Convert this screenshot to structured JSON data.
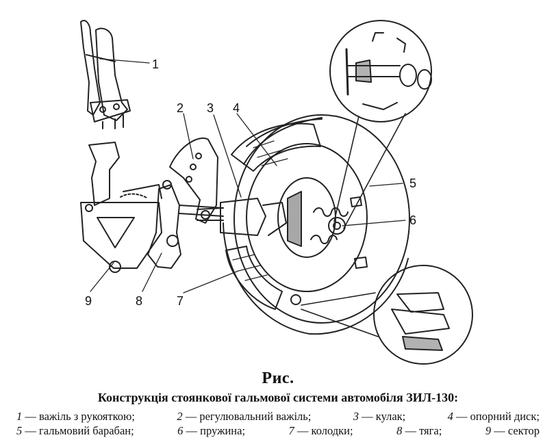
{
  "figure": {
    "callouts": [
      {
        "num": "1"
      },
      {
        "num": "2"
      },
      {
        "num": "3"
      },
      {
        "num": "4"
      },
      {
        "num": "5"
      },
      {
        "num": "6"
      },
      {
        "num": "7"
      },
      {
        "num": "8"
      },
      {
        "num": "9"
      }
    ]
  },
  "caption": {
    "title": "Рис.",
    "subtitle": "Конструкція стоянкової гальмової системи автомобіля ЗИЛ-130:",
    "legend_line1": [
      {
        "num": "1",
        "text": " — важіль з рукояткою;"
      },
      {
        "num": "2",
        "text": " — регулювальний важіль;"
      },
      {
        "num": "3",
        "text": " — кулак;"
      },
      {
        "num": "4",
        "text": " — опорний диск;"
      }
    ],
    "legend_line2": [
      {
        "num": "5",
        "text": " — гальмовий барабан;"
      },
      {
        "num": "6",
        "text": " — пружина;"
      },
      {
        "num": "7",
        "text": " — колодки;"
      },
      {
        "num": "8",
        "text": " — тяга;"
      },
      {
        "num": "9",
        "text": " — сектор"
      }
    ]
  }
}
